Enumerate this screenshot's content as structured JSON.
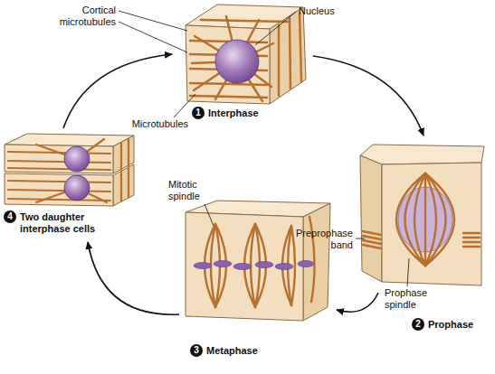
{
  "diagram": {
    "nodes": [
      {
        "text": [
          "1",
          "Interphase"
        ]
      },
      {
        "text": [
          "2",
          "Prophase"
        ]
      },
      {
        "text": [
          "3",
          "Metaphase"
        ]
      },
      {
        "text": [
          "4",
          "Two daughter interphase cells"
        ]
      }
    ],
    "labels": [
      "Cortical microtubules",
      "Nucleus",
      "Microtubules",
      "Preprophase band",
      "Prophase spindle",
      "Mitotic spindle"
    ]
  }
}
